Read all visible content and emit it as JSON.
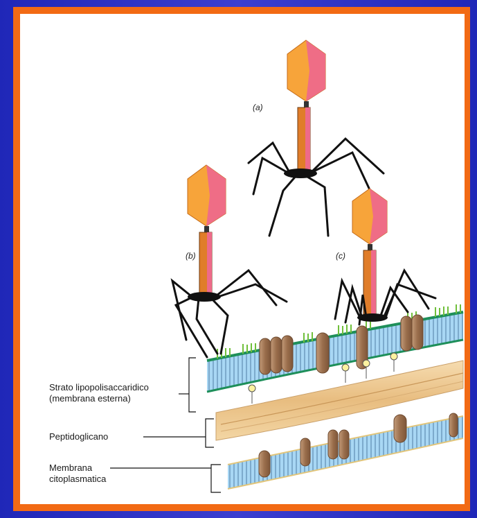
{
  "phages": [
    {
      "tag": "(a)"
    },
    {
      "tag": "(b)"
    },
    {
      "tag": "(c)"
    }
  ],
  "labels": {
    "outer_line1": "Strato lipopolisaccaridico",
    "outer_line2": "(membrana esterna)",
    "peptidoglycan": "Peptidoglicano",
    "membrane_line1": "Membrana",
    "membrane_line2": "citoplasmatica"
  },
  "colors": {
    "background": "#2a2fc4",
    "frame": "#f26a14",
    "capsid_light": "#f7a43a",
    "capsid_dark": "#ee6a8a",
    "tail_sheath": "#e07d2a",
    "membrane": "#8fc9f0",
    "lps": "#7fbf3f",
    "protein": "#a57856",
    "peptidoglycan": "#f0cc96"
  },
  "icons": {
    "phage": "bacteriophage-icon",
    "protein": "membrane-protein-icon"
  }
}
